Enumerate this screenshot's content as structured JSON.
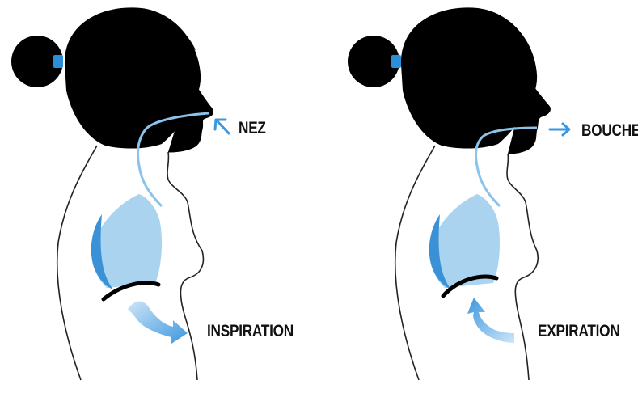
{
  "panels": [
    {
      "label": "NEZ",
      "caption": "INSPIRATION"
    },
    {
      "label": "BOUCHE",
      "caption": "EXPIRATION"
    }
  ],
  "colors": {
    "hair": "#000000",
    "hair_tie": "#2a8fd6",
    "lung_light": "#a9d3ef",
    "lung_dark": "#3b91d6",
    "airway": "#8cc3ea",
    "arrow": "#3b97df",
    "outline": "#222222",
    "diaphragm": "#000000"
  },
  "icons": {
    "nose_arrow": "arrow-up-left-icon",
    "mouth_arrow": "arrow-right-icon",
    "inhale_flow": "curved-arrow-down-right-icon",
    "exhale_flow": "curved-arrow-up-left-icon"
  }
}
